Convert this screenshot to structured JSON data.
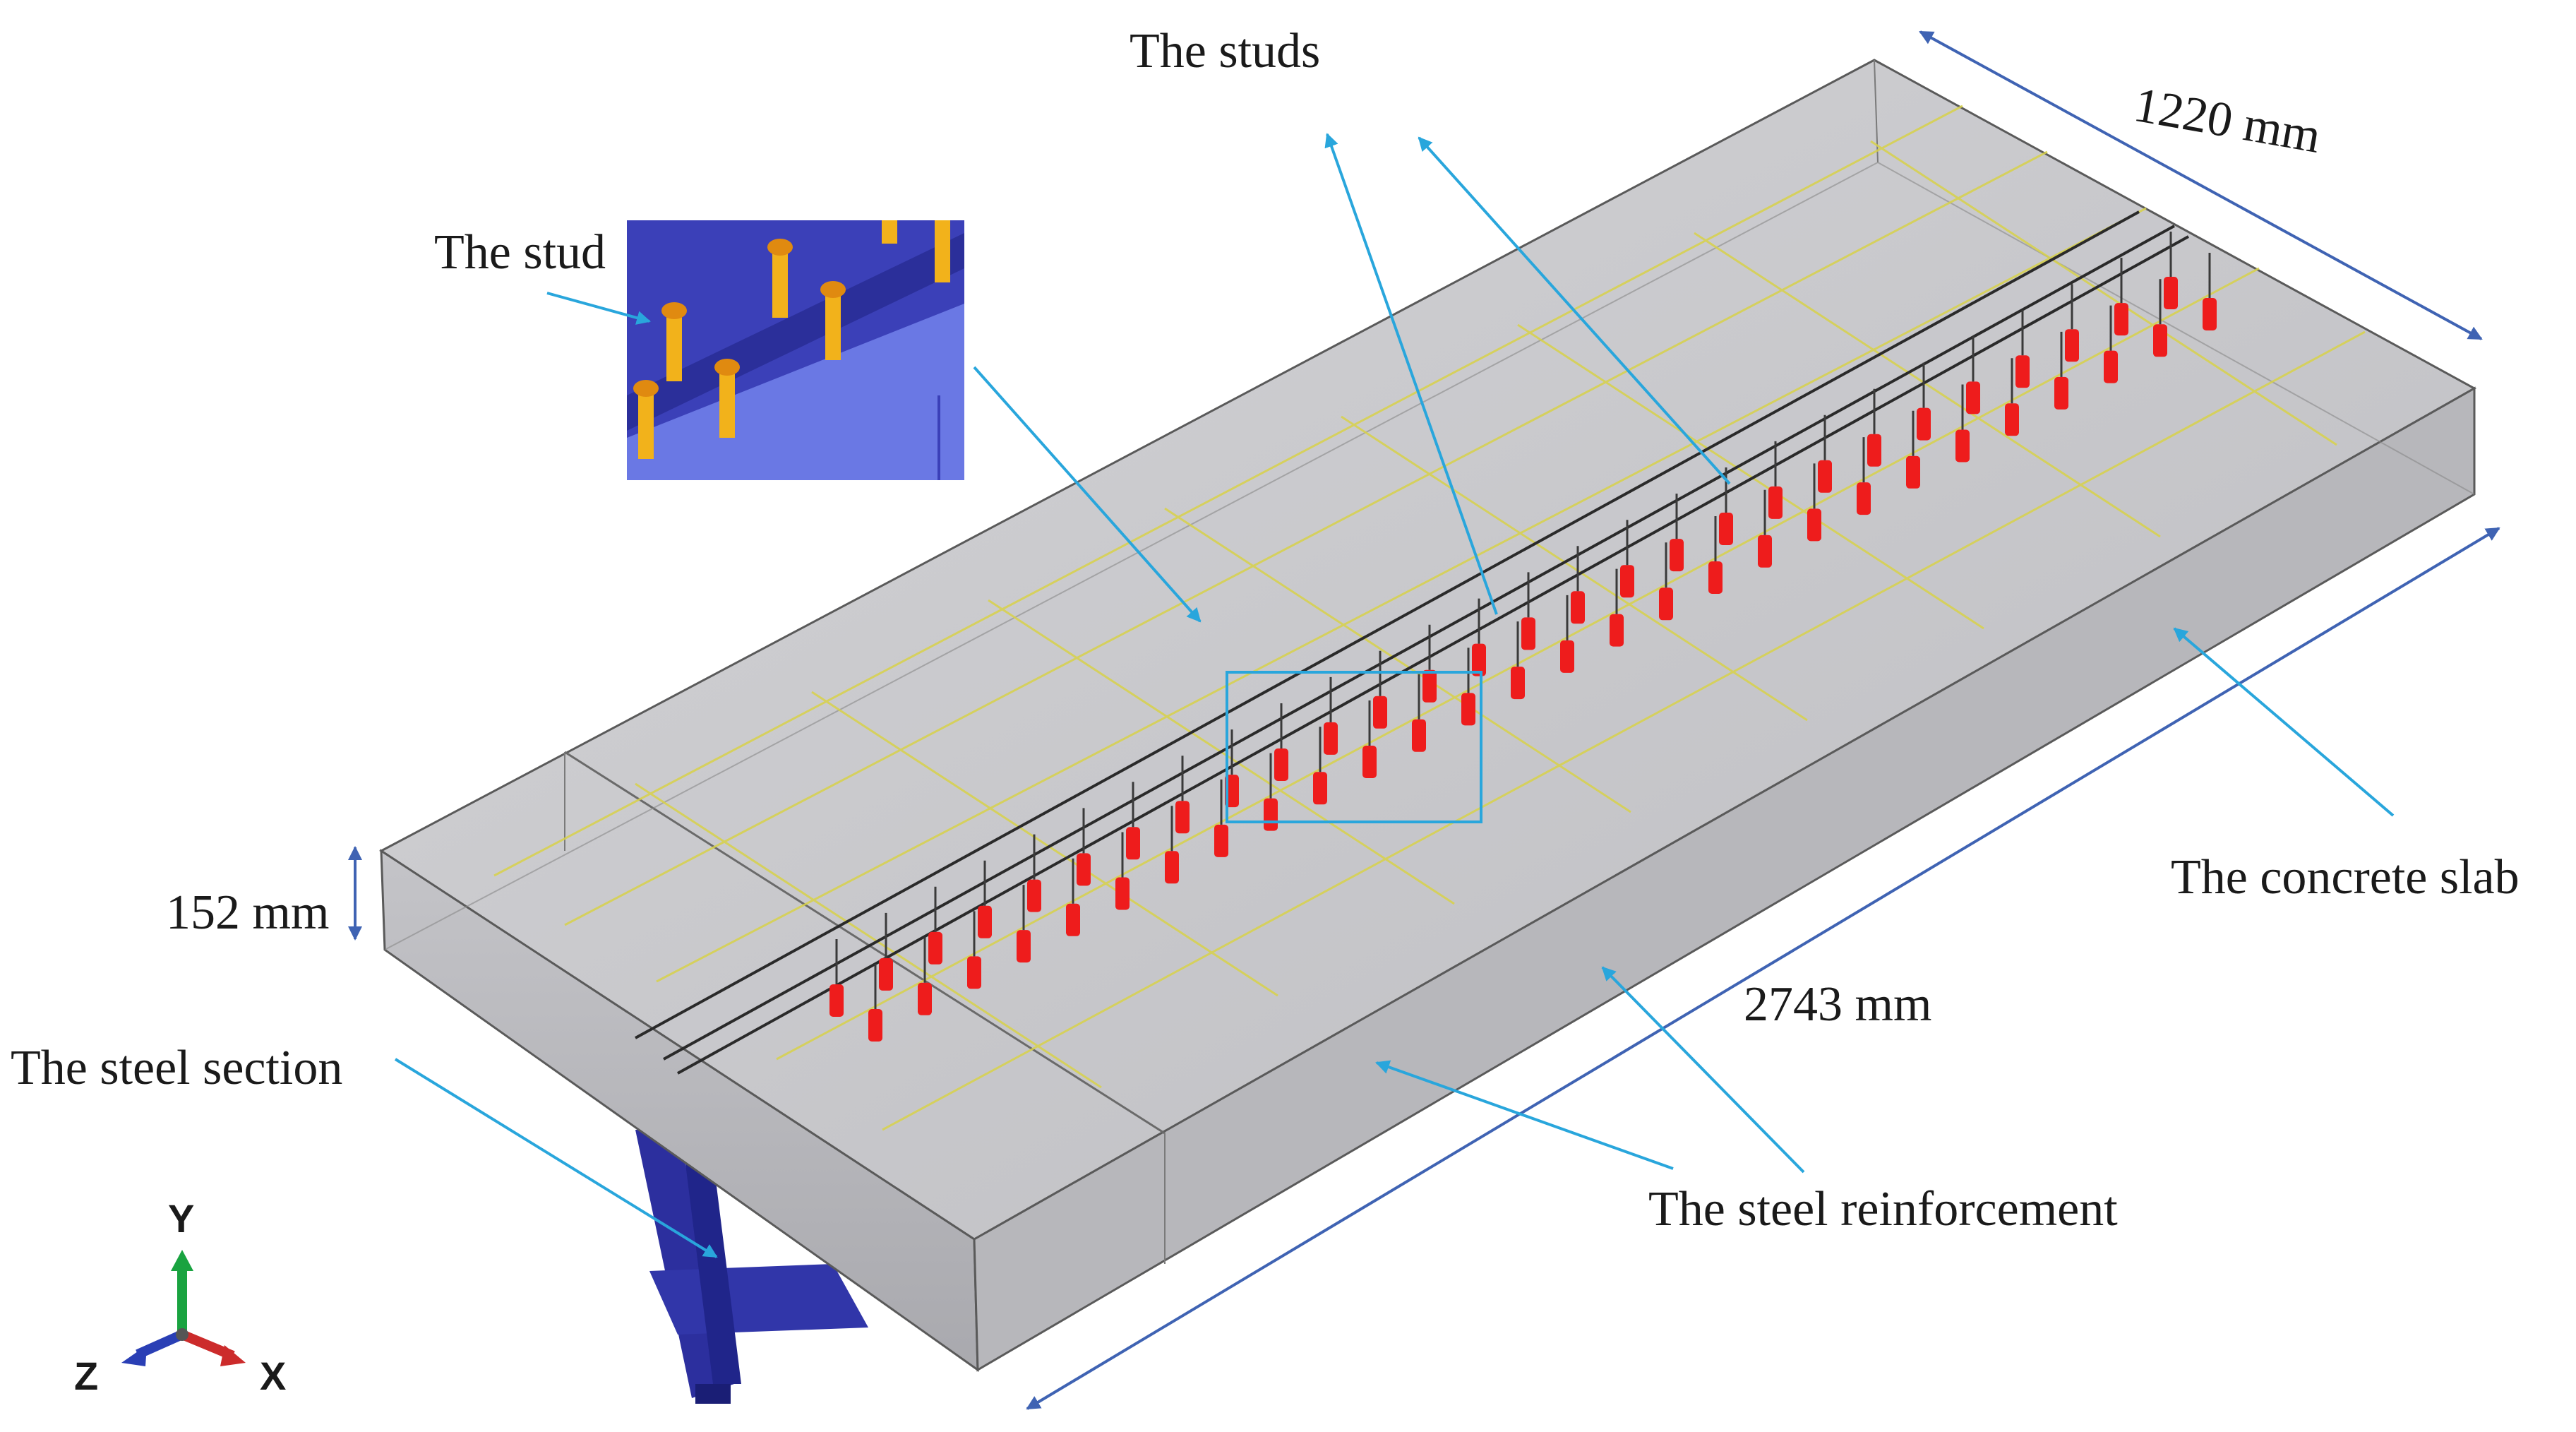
{
  "labels": {
    "stud": "The stud",
    "studs": "The studs",
    "concrete_slab": "The concrete slab",
    "steel_section": "The steel section",
    "steel_reinforcement": "The steel reinforcement"
  },
  "dimensions": {
    "width": "1220 mm",
    "length": "2743 mm",
    "thickness": "152 mm"
  },
  "triad": {
    "y": "Y",
    "z": "Z",
    "x": "X"
  },
  "colors": {
    "concrete": "#c9c9cc",
    "steel_section": "#3a3fb0",
    "studs": "#ee1c1c",
    "inset_studs": "#f2b21b",
    "reinforcement": "#d8d24a",
    "dimension_arrows": "#3f63b3",
    "callout_arrows": "#29a6dc",
    "axis_y": "#19a340",
    "axis_x": "#cc2b2b",
    "axis_z": "#2a3fb5"
  }
}
